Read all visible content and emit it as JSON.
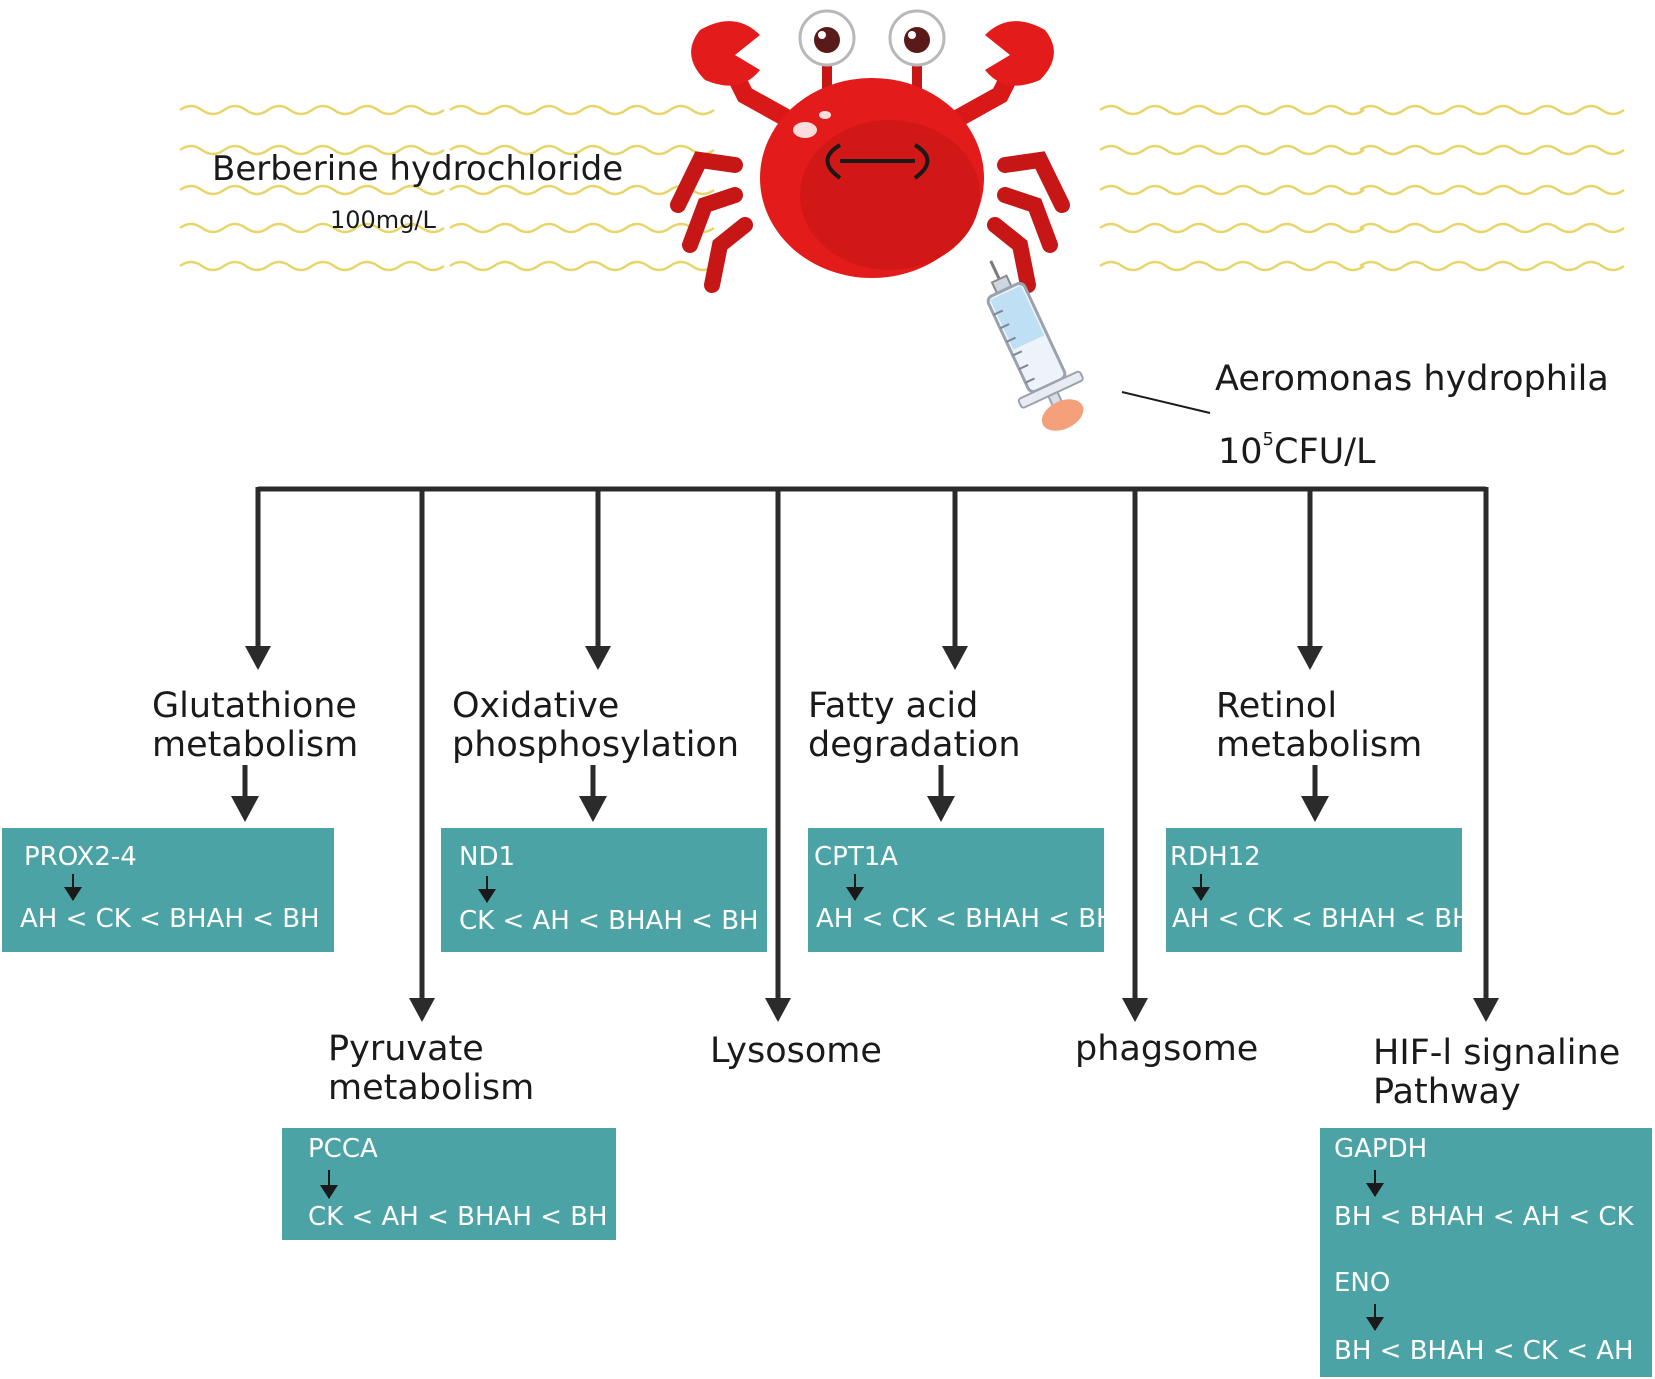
{
  "treatment": {
    "label": "Berberine hydrochloride",
    "dose": "100mg/L"
  },
  "infection": {
    "label": "Aeromonas hydrophila",
    "dose_base": "10",
    "dose_exp": "5",
    "dose_unit": "CFU/L"
  },
  "pathways": {
    "glutathione": {
      "line1": "Glutathione",
      "line2": "metabolism",
      "gene": "PROX2-4",
      "ranking": "AH < CK < BHAH < BH"
    },
    "oxidative": {
      "line1": "Oxidative",
      "line2": "phosphosylation",
      "gene": "ND1",
      "ranking": "CK < AH < BHAH < BH"
    },
    "fatty_acid": {
      "line1": "Fatty acid",
      "line2": "degradation",
      "gene": "CPT1A",
      "ranking": "AH < CK < BHAH < BH"
    },
    "retinol": {
      "line1": "Retinol",
      "line2": "metabolism",
      "gene": "RDH12",
      "ranking": "AH < CK < BHAH < BH"
    },
    "pyruvate": {
      "line1": "Pyruvate",
      "line2": "metabolism",
      "gene": "PCCA",
      "ranking": "CK < AH < BHAH < BH"
    },
    "lysosome": {
      "line1": "Lysosome"
    },
    "phagosome": {
      "line1": "phagsome"
    },
    "hif1": {
      "line1": "HIF-l  signaline",
      "line2": "Pathway",
      "gene1": "GAPDH",
      "ranking1": "BH < BHAH < AH < CK",
      "gene2": "ENO",
      "ranking2": "BH < BHAH < CK < AH"
    }
  },
  "colors": {
    "box": "#4ba3a6",
    "wave": "#e8d56a",
    "crab": "#e31b1b",
    "crab_dark": "#b81414",
    "arrow": "#1a1a1a",
    "syringe_tip": "#f4a07a"
  }
}
